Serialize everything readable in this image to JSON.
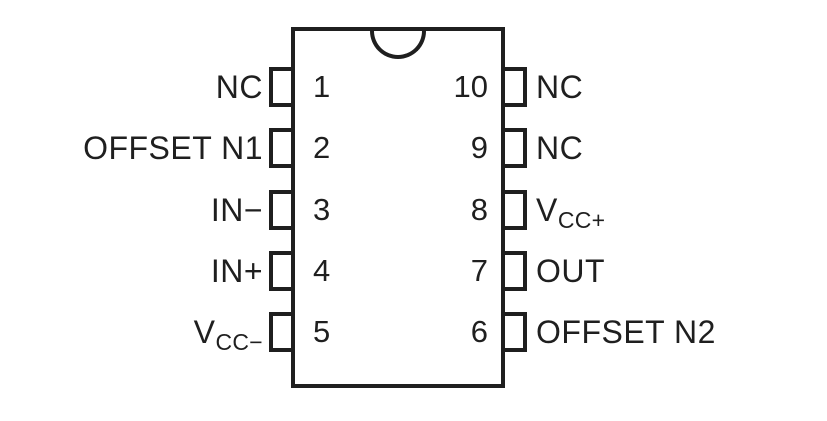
{
  "colors": {
    "line": "#1f1f1f",
    "background": "#ffffff",
    "text": "#1f1f1f"
  },
  "pins": {
    "left": [
      {
        "number": "1",
        "label": "NC",
        "sub": ""
      },
      {
        "number": "2",
        "label": "OFFSET N1",
        "sub": ""
      },
      {
        "number": "3",
        "label": "IN−",
        "sub": ""
      },
      {
        "number": "4",
        "label": "IN+",
        "sub": ""
      },
      {
        "number": "5",
        "label": "V",
        "sub": "CC−"
      }
    ],
    "right": [
      {
        "number": "10",
        "label": "NC",
        "sub": ""
      },
      {
        "number": "9",
        "label": "NC",
        "sub": ""
      },
      {
        "number": "8",
        "label": "V",
        "sub": "CC+"
      },
      {
        "number": "7",
        "label": "OUT",
        "sub": ""
      },
      {
        "number": "6",
        "label": "OFFSET N2",
        "sub": ""
      }
    ]
  }
}
